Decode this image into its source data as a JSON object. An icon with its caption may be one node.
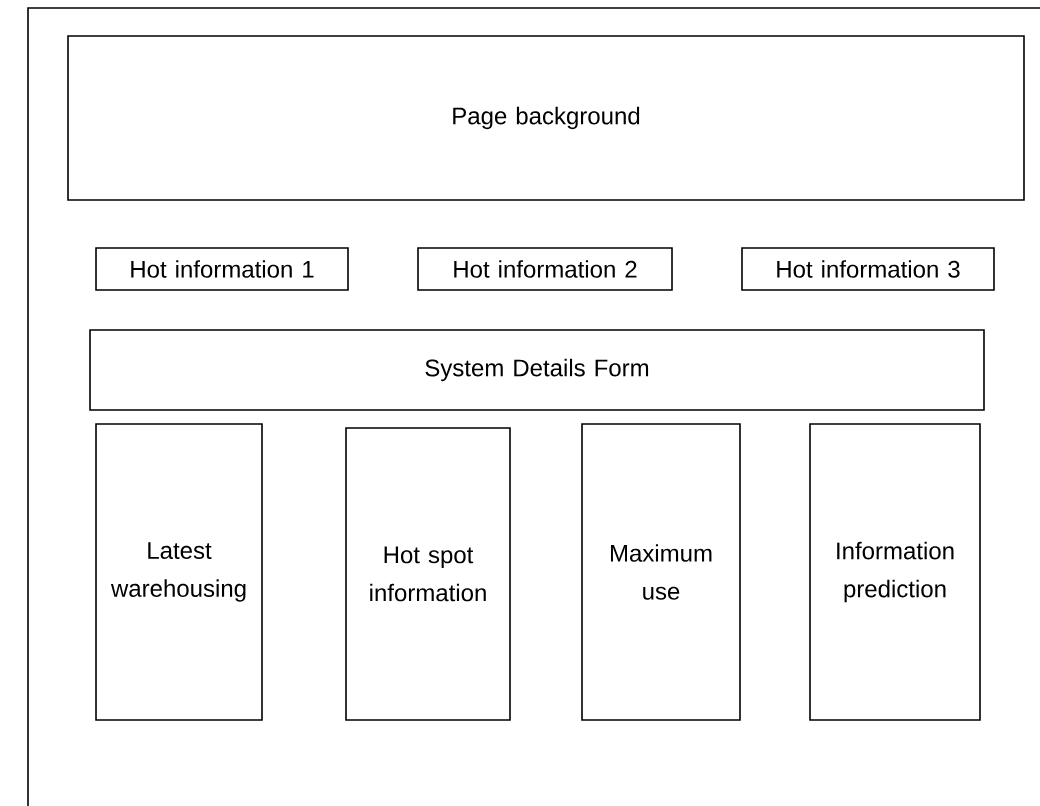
{
  "diagram": {
    "nodes": [
      {
        "text": [
          "Page background"
        ]
      },
      {
        "text": [
          "Hot information 1"
        ]
      },
      {
        "text": [
          "Hot information 2"
        ]
      },
      {
        "text": [
          "Hot information 3"
        ]
      },
      {
        "text": [
          "System Details Form"
        ]
      },
      {
        "text": [
          "Latest warehousing"
        ]
      },
      {
        "text": [
          "Hot spot information"
        ]
      },
      {
        "text": [
          "Maximum use"
        ]
      },
      {
        "text": [
          "Information prediction"
        ]
      }
    ]
  }
}
